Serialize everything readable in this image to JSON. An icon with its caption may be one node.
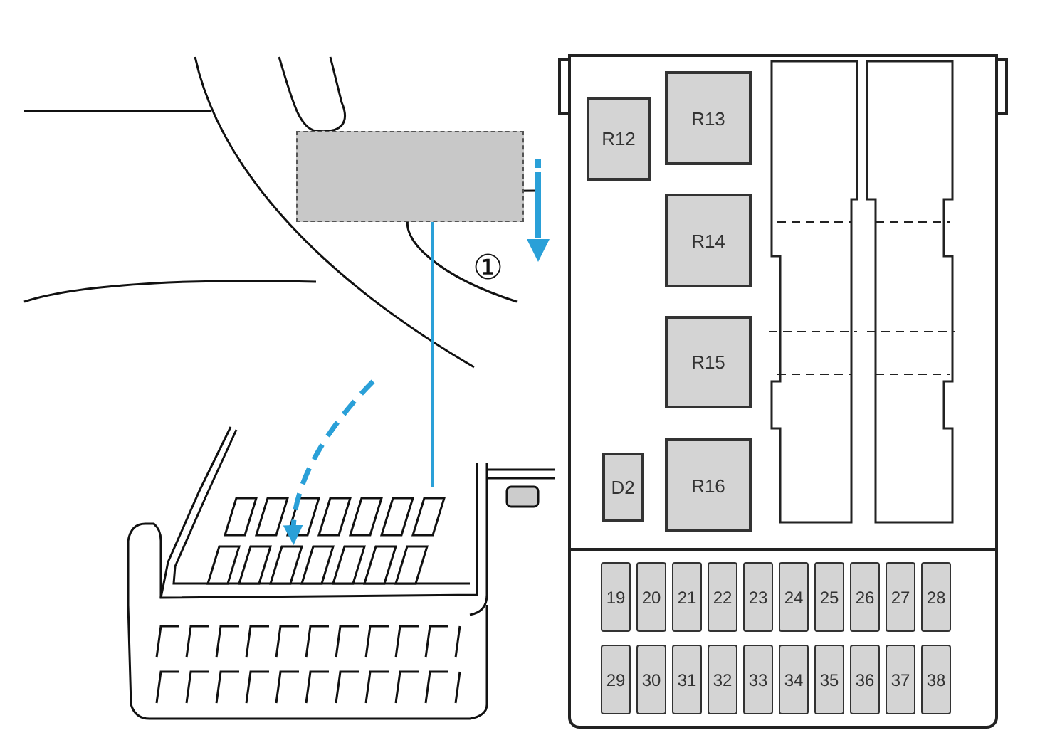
{
  "diagram": {
    "nodes": [
      {
        "text": [],
        "shape": "box"
      },
      {
        "text": [],
        "shape": "picture"
      },
      {
        "text": [],
        "shape": "box"
      },
      {
        "text": [
          "R12"
        ],
        "in": 2
      },
      {
        "text": [
          "R13"
        ],
        "in": 2
      },
      {
        "text": [],
        "shape": "box",
        "in": 2
      },
      {
        "text": [],
        "shape": "box",
        "in": 2
      },
      {
        "text": [
          "R14"
        ],
        "in": 2
      },
      {
        "text": [
          "R15"
        ],
        "in": 2
      },
      {
        "text": [
          "D2"
        ],
        "in": 2
      },
      {
        "text": [
          "R16"
        ],
        "in": 2
      },
      {
        "text": [
          "19"
        ],
        "in": 2
      },
      {
        "text": [
          "20"
        ],
        "in": 2
      },
      {
        "text": [
          "21"
        ],
        "in": 2
      },
      {
        "text": [
          "22"
        ],
        "in": 2
      },
      {
        "text": [
          "23"
        ],
        "in": 2
      },
      {
        "text": [
          "24"
        ],
        "in": 2
      },
      {
        "text": [
          "25"
        ],
        "in": 2
      },
      {
        "text": [
          "26"
        ],
        "in": 2
      },
      {
        "text": [
          "27"
        ],
        "in": 2
      },
      {
        "text": [
          "28"
        ],
        "in": 2
      },
      {
        "text": [
          "29"
        ],
        "in": 2
      },
      {
        "text": [
          "30"
        ],
        "in": 2
      },
      {
        "text": [
          "31"
        ],
        "in": 2
      },
      {
        "text": [
          "32"
        ],
        "in": 2
      },
      {
        "text": [
          "33"
        ],
        "in": 2
      },
      {
        "text": [
          "34"
        ],
        "in": 2
      },
      {
        "text": [
          "35"
        ],
        "in": 2
      },
      {
        "text": [
          "36"
        ],
        "in": 2
      },
      {
        "text": [
          "37"
        ],
        "in": 2
      },
      {
        "text": [
          "38"
        ],
        "in": 2
      }
    ],
    "edges": [
      {
        "from": 0,
        "to": 1,
        "arrow": "none",
        "color": "#2aa0d8"
      }
    ],
    "labels": [
      "①"
    ]
  }
}
